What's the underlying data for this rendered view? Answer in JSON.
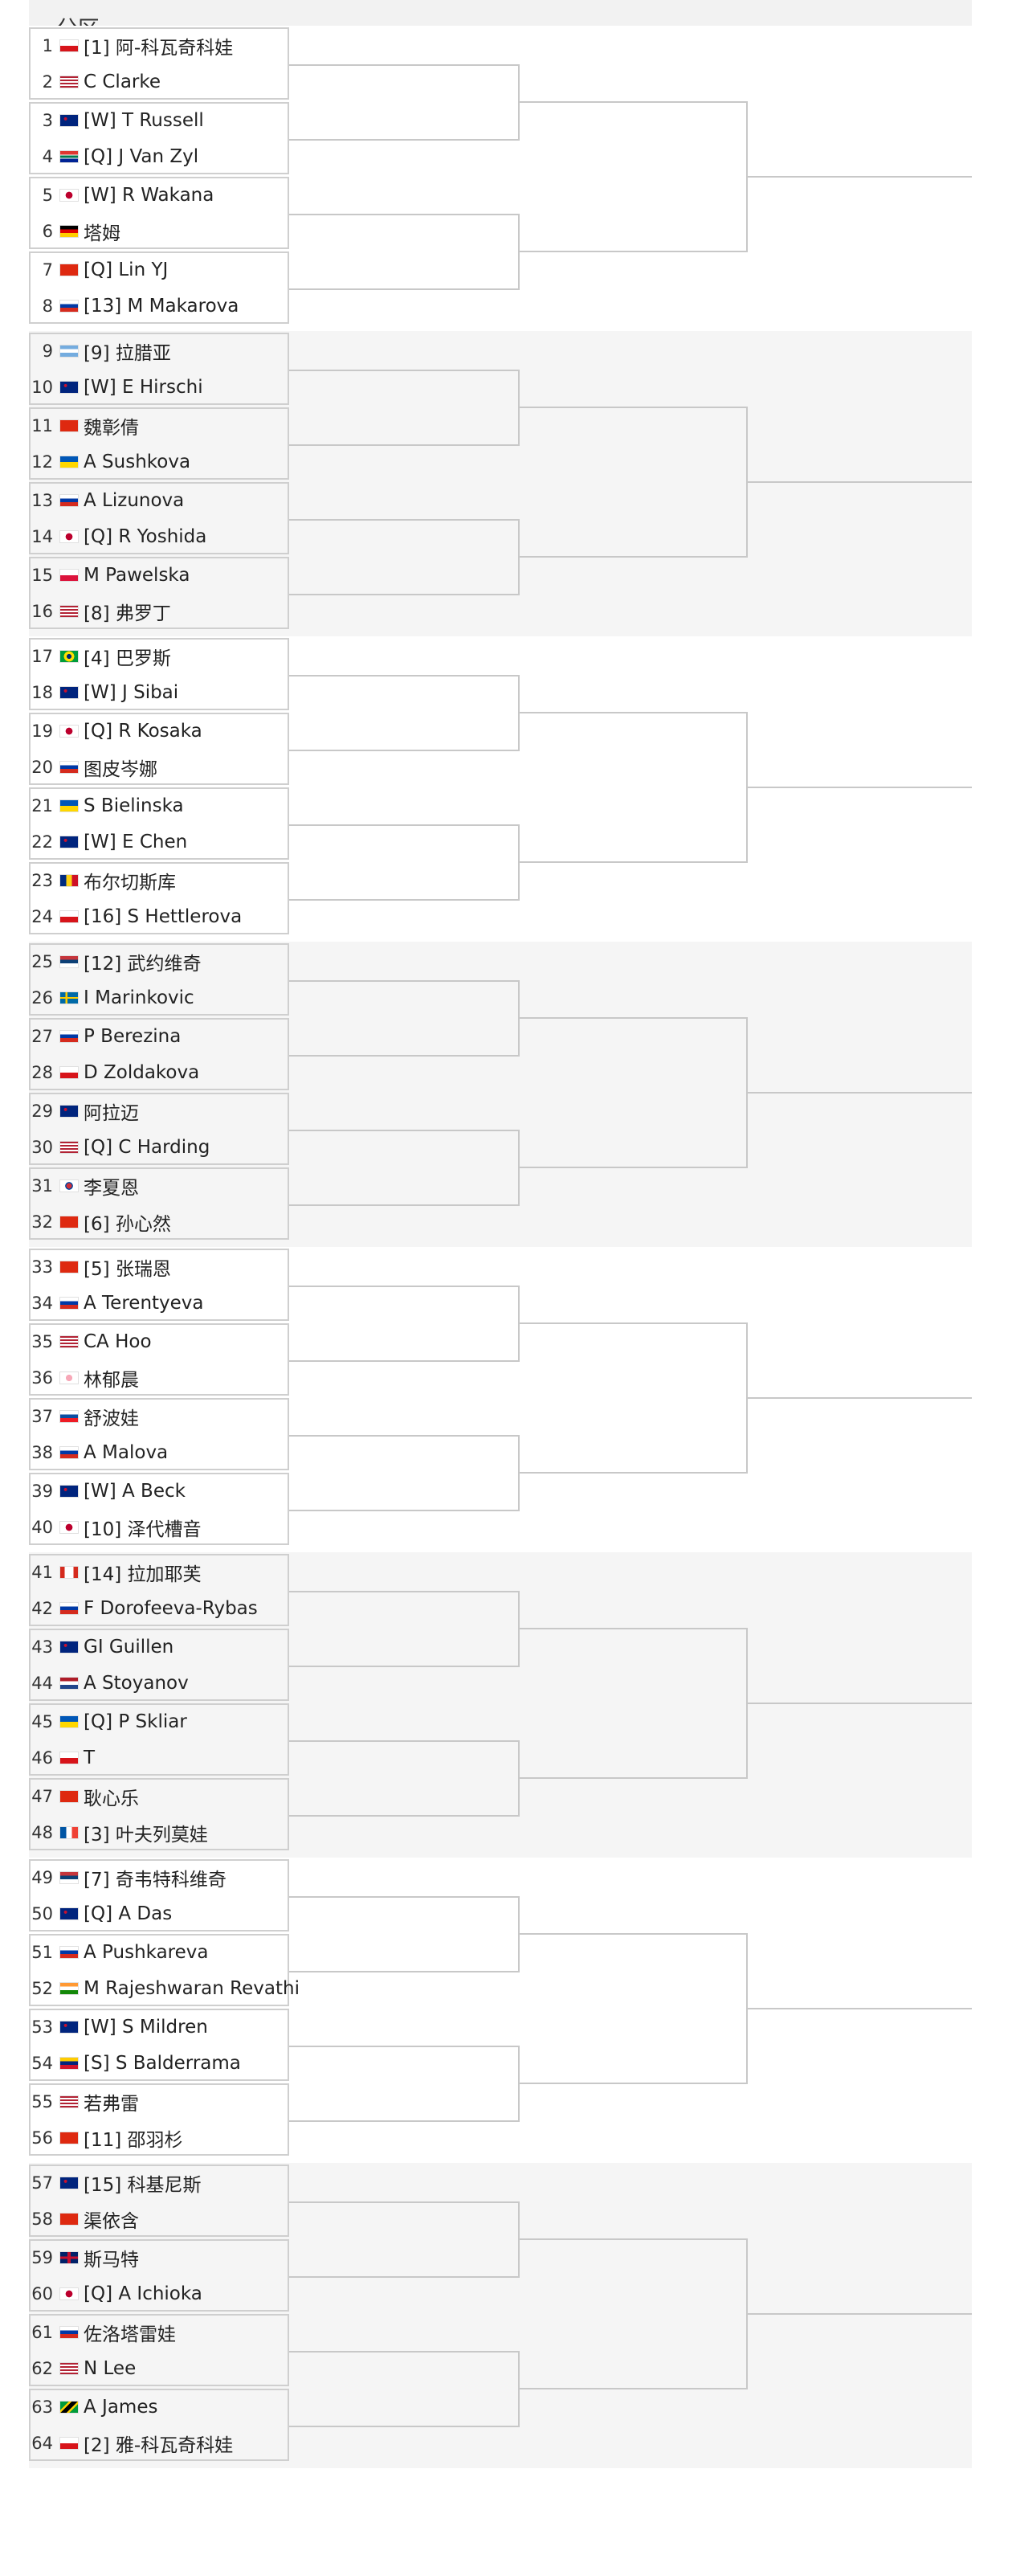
{
  "header": {
    "title": "分区"
  },
  "players": [
    {
      "seed": "1",
      "name": "[1] 阿-科瓦奇科娃",
      "flag": "cz"
    },
    {
      "seed": "2",
      "name": "C Clarke",
      "flag": "us"
    },
    {
      "seed": "3",
      "name": "[W] T Russell",
      "flag": "au"
    },
    {
      "seed": "4",
      "name": "[Q] J Van Zyl",
      "flag": "za"
    },
    {
      "seed": "5",
      "name": "[W] R Wakana",
      "flag": "jp"
    },
    {
      "seed": "6",
      "name": "塔姆",
      "flag": "de"
    },
    {
      "seed": "7",
      "name": "[Q] Lin YJ",
      "flag": "cn"
    },
    {
      "seed": "8",
      "name": "[13] M Makarova",
      "flag": "ru"
    },
    {
      "seed": "9",
      "name": "[9] 拉腊亚",
      "flag": "ar"
    },
    {
      "seed": "10",
      "name": "[W] E Hirschi",
      "flag": "au"
    },
    {
      "seed": "11",
      "name": "魏彰倩",
      "flag": "cn"
    },
    {
      "seed": "12",
      "name": "A Sushkova",
      "flag": "ua"
    },
    {
      "seed": "13",
      "name": "A Lizunova",
      "flag": "ru"
    },
    {
      "seed": "14",
      "name": "[Q] R Yoshida",
      "flag": "jp"
    },
    {
      "seed": "15",
      "name": "M Pawelska",
      "flag": "pl"
    },
    {
      "seed": "16",
      "name": "[8] 弗罗丁",
      "flag": "us"
    },
    {
      "seed": "17",
      "name": "[4] 巴罗斯",
      "flag": "br"
    },
    {
      "seed": "18",
      "name": "[W] J Sibai",
      "flag": "au"
    },
    {
      "seed": "19",
      "name": "[Q] R Kosaka",
      "flag": "jp"
    },
    {
      "seed": "20",
      "name": "图皮岑娜",
      "flag": "ru"
    },
    {
      "seed": "21",
      "name": "S Bielinska",
      "flag": "ua"
    },
    {
      "seed": "22",
      "name": "[W] E Chen",
      "flag": "au"
    },
    {
      "seed": "23",
      "name": "布尔切斯库",
      "flag": "ro"
    },
    {
      "seed": "24",
      "name": "[16] S Hettlerova",
      "flag": "cz"
    },
    {
      "seed": "25",
      "name": "[12] 武约维奇",
      "flag": "rs"
    },
    {
      "seed": "26",
      "name": "I Marinkovic",
      "flag": "se"
    },
    {
      "seed": "27",
      "name": "P Berezina",
      "flag": "ru"
    },
    {
      "seed": "28",
      "name": "D Zoldakova",
      "flag": "cz"
    },
    {
      "seed": "29",
      "name": "阿拉迈",
      "flag": "au"
    },
    {
      "seed": "30",
      "name": "[Q] C Harding",
      "flag": "us"
    },
    {
      "seed": "31",
      "name": "李夏恩",
      "flag": "kr"
    },
    {
      "seed": "32",
      "name": "[6] 孙心然",
      "flag": "cn"
    },
    {
      "seed": "33",
      "name": "[5] 张瑞恩",
      "flag": "cn"
    },
    {
      "seed": "34",
      "name": "A Terentyeva",
      "flag": "ru"
    },
    {
      "seed": "35",
      "name": "CA Hoo",
      "flag": "us"
    },
    {
      "seed": "36",
      "name": "林郁晨",
      "flag": "tw"
    },
    {
      "seed": "37",
      "name": "舒波娃",
      "flag": "sk"
    },
    {
      "seed": "38",
      "name": "A Malova",
      "flag": "ru"
    },
    {
      "seed": "39",
      "name": "[W] A Beck",
      "flag": "au"
    },
    {
      "seed": "40",
      "name": "[10] 泽代槽音",
      "flag": "jp"
    },
    {
      "seed": "41",
      "name": "[14] 拉加耶芙",
      "flag": "ca"
    },
    {
      "seed": "42",
      "name": "F Dorofeeva-Rybas",
      "flag": "ru"
    },
    {
      "seed": "43",
      "name": "GI Guillen",
      "flag": "au"
    },
    {
      "seed": "44",
      "name": "A Stoyanov",
      "flag": "nl"
    },
    {
      "seed": "45",
      "name": "[Q] P Skliar",
      "flag": "ua"
    },
    {
      "seed": "46",
      "name": "T",
      "flag": "cz"
    },
    {
      "seed": "47",
      "name": "耿心乐",
      "flag": "cn"
    },
    {
      "seed": "48",
      "name": "[3] 叶夫列莫娃",
      "flag": "fr"
    },
    {
      "seed": "49",
      "name": "[7] 奇韦特科维奇",
      "flag": "rs"
    },
    {
      "seed": "50",
      "name": "[Q] A Das",
      "flag": "au"
    },
    {
      "seed": "51",
      "name": "A Pushkareva",
      "flag": "ru"
    },
    {
      "seed": "52",
      "name": "M Rajeshwaran Revathi",
      "flag": "in"
    },
    {
      "seed": "53",
      "name": "[W] S Mildren",
      "flag": "au"
    },
    {
      "seed": "54",
      "name": "[S] S Balderrama",
      "flag": "ve"
    },
    {
      "seed": "55",
      "name": "若弗雷",
      "flag": "us"
    },
    {
      "seed": "56",
      "name": "[11] 邵羽杉",
      "flag": "cn"
    },
    {
      "seed": "57",
      "name": "[15] 科基尼斯",
      "flag": "au"
    },
    {
      "seed": "58",
      "name": "渠依含",
      "flag": "cn"
    },
    {
      "seed": "59",
      "name": "斯马特",
      "flag": "gb"
    },
    {
      "seed": "60",
      "name": "[Q] A Ichioka",
      "flag": "jp"
    },
    {
      "seed": "61",
      "name": "佐洛塔雷娃",
      "flag": "ru"
    },
    {
      "seed": "62",
      "name": "N Lee",
      "flag": "us"
    },
    {
      "seed": "63",
      "name": "A James",
      "flag": "jm"
    },
    {
      "seed": "64",
      "name": "[2] 雅-科瓦奇科娃",
      "flag": "cz"
    }
  ]
}
